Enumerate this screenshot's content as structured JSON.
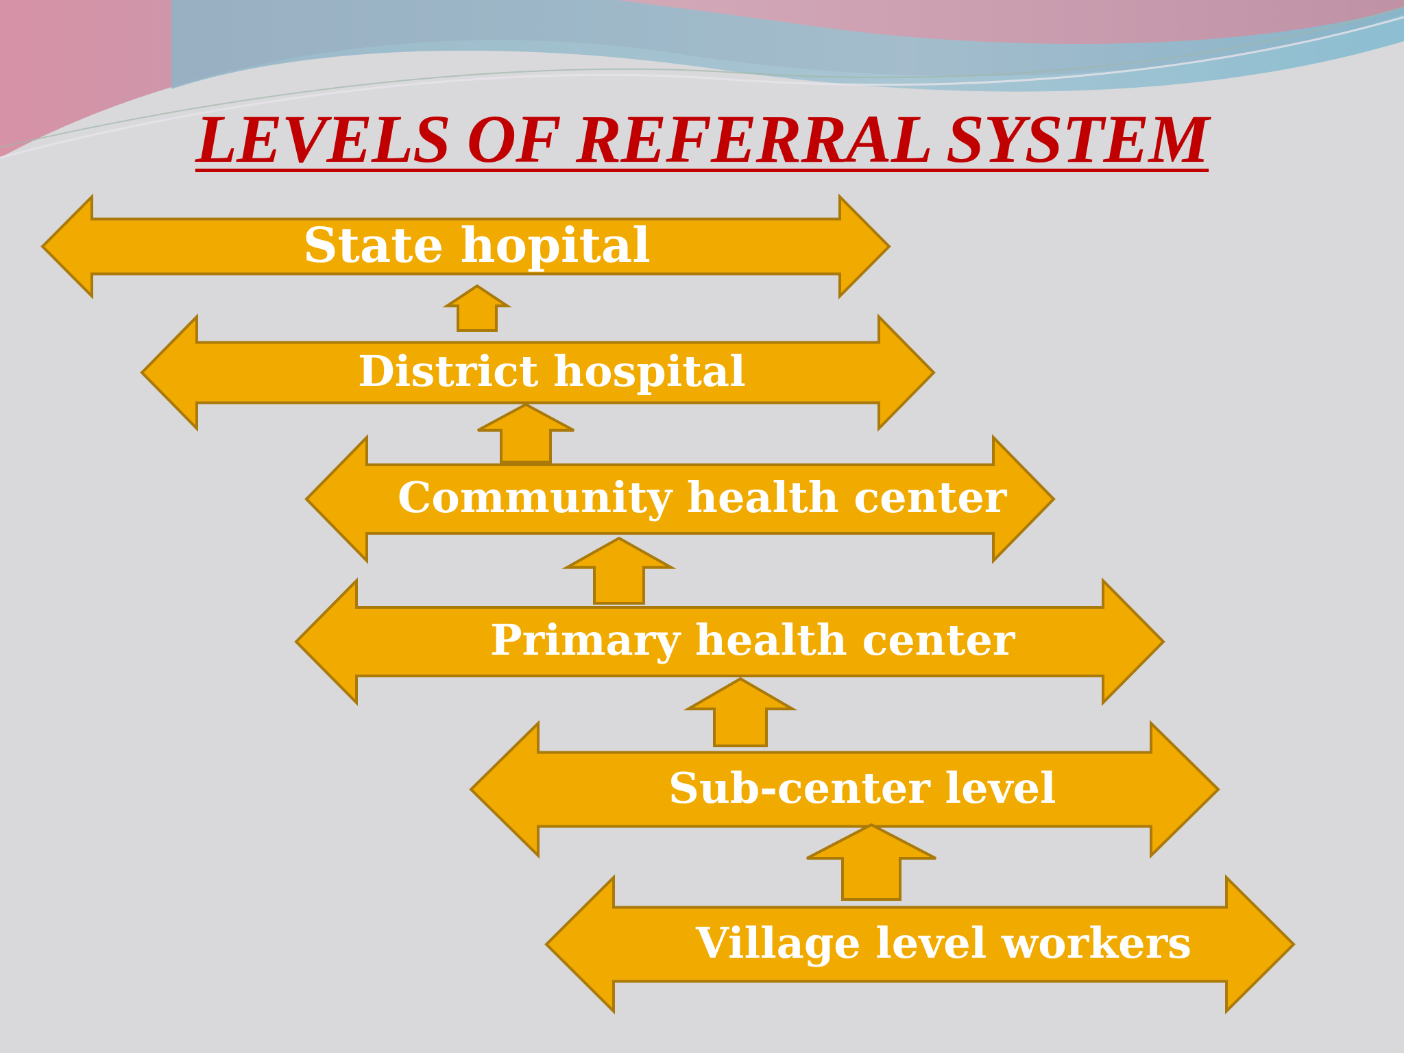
{
  "title": "LEVELS OF REFERRAL SYSTEM",
  "colors": {
    "title": "#c00000",
    "arrow_fill": "#f0aa00",
    "arrow_stroke": "#a9790a",
    "label": "#ffffff",
    "background": "#d9d9dc"
  },
  "levels": [
    {
      "label": "State hopital"
    },
    {
      "label": "District hospital"
    },
    {
      "label": "Community health center"
    },
    {
      "label": "Primary health center"
    },
    {
      "label": "Sub-center level"
    },
    {
      "label": "Village level workers"
    }
  ]
}
